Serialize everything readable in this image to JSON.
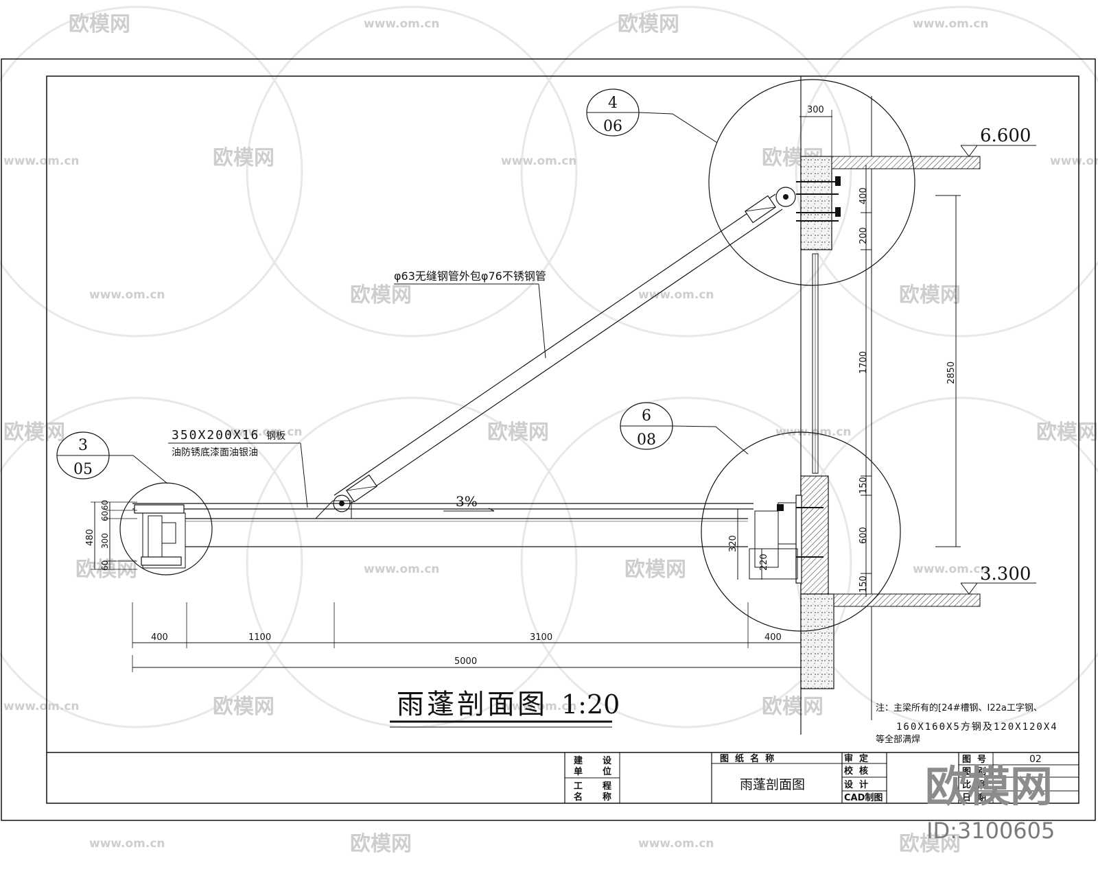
{
  "drawing": {
    "title_main": "雨蓬剖面图",
    "title_scale": "1:20"
  },
  "callouts": [
    {
      "num": "4",
      "sheet": "06"
    },
    {
      "num": "6",
      "sheet": "08"
    },
    {
      "num": "3",
      "sheet": "05"
    }
  ],
  "elevations": {
    "top": "6.600",
    "bottom": "3.300"
  },
  "annotations": {
    "pipe": "φ63无缝钢管外包φ76不锈钢管",
    "plate_size": "350X200X16",
    "plate_word": "钢板",
    "plate_coating": "油防锈底漆面油银油",
    "slope": "3%"
  },
  "dimensions": {
    "top_width": "300",
    "right_col": [
      "400",
      "200",
      "1700",
      "150",
      "600",
      "150"
    ],
    "overall_height": "2850",
    "bottom_row": [
      "400",
      "1100",
      "3100",
      "400"
    ],
    "bottom_total": "5000",
    "left_stack_total": "480",
    "left_stack_parts": [
      "60",
      "300",
      "60",
      "60"
    ],
    "beam_depth": "320",
    "beam_lower": "220"
  },
  "note": {
    "line1": "注：主梁所有的[24#槽钢、I22a工字钢、",
    "line2": "160X160X5方钢及120X120X4",
    "line3": "等全部满焊"
  },
  "title_block": {
    "builder_label": [
      "建",
      "设",
      "单",
      "位"
    ],
    "project_label": [
      "工",
      "程",
      "名",
      "称"
    ],
    "drawing_name_label": "图  纸  名  称",
    "drawing_name_value": "雨蓬剖面图",
    "roles": [
      "审  定",
      "校  核",
      "设  计",
      "CAD制图"
    ],
    "right_labels": [
      "图  号",
      "图  别",
      "比  例",
      "日  期"
    ],
    "drawing_number": "02"
  },
  "watermark": {
    "brand": "欧模网",
    "url": "www.om.cn",
    "id": "ID:3100605"
  }
}
